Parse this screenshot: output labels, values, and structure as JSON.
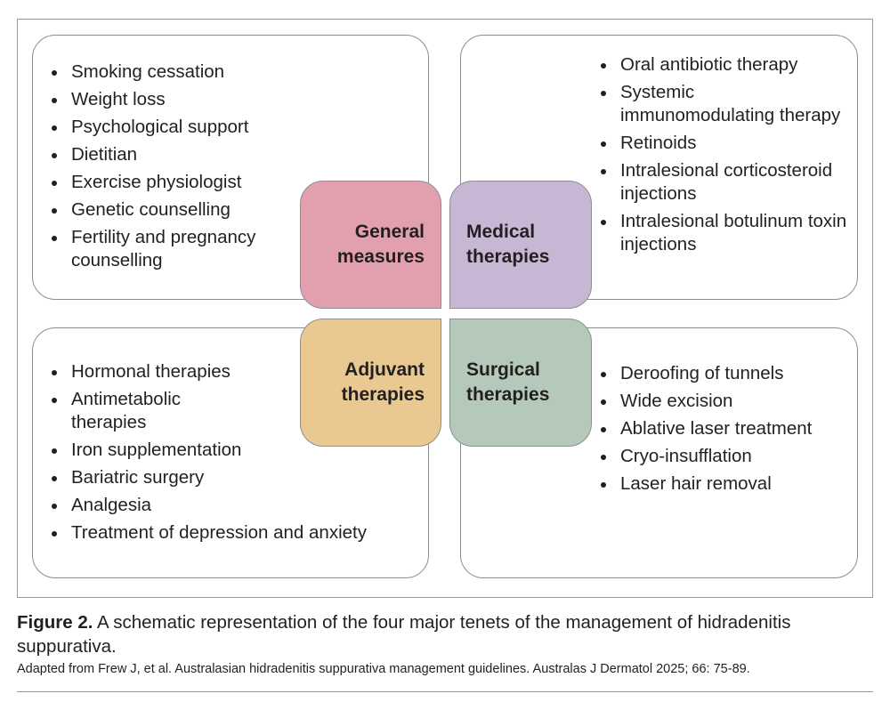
{
  "diagram": {
    "quadrants": [
      {
        "id": "general",
        "title_lines": [
          "General",
          "measures"
        ],
        "color": "#e29fad",
        "items": [
          "Smoking cessation",
          "Weight loss",
          "Psychological support",
          "Dietitian",
          "Exercise physiologist",
          "Genetic counselling",
          "Fertility and pregnancy counselling"
        ]
      },
      {
        "id": "medical",
        "title_lines": [
          "Medical",
          "therapies"
        ],
        "color": "#c7b7d4",
        "items": [
          "Oral antibiotic therapy",
          "Systemic immunomodulating therapy",
          "Retinoids",
          "Intralesional corticosteroid injections",
          "Intralesional botulinum toxin injections"
        ]
      },
      {
        "id": "adjuvant",
        "title_lines": [
          "Adjuvant",
          "therapies"
        ],
        "color": "#e9c891",
        "items": [
          "Hormonal therapies",
          "Antimetabolic therapies",
          "Iron supplementation",
          "Bariatric surgery",
          "Analgesia",
          "Treatment of depression and anxiety"
        ]
      },
      {
        "id": "surgical",
        "title_lines": [
          "Surgical",
          "therapies"
        ],
        "color": "#b4c9ba",
        "items": [
          "Deroofing of tunnels",
          "Wide excision",
          "Ablative laser treatment",
          "Cryo-insufflation",
          "Laser hair removal"
        ]
      }
    ]
  },
  "caption": {
    "label": "Figure 2.",
    "text": " A schematic representation of the four major tenets of the management of hidradenitis suppurativa.",
    "source": "Adapted from Frew J, et al. Australasian hidradenitis suppurativa management guidelines. Australas J Dermatol 2025; 66: 75-89."
  }
}
